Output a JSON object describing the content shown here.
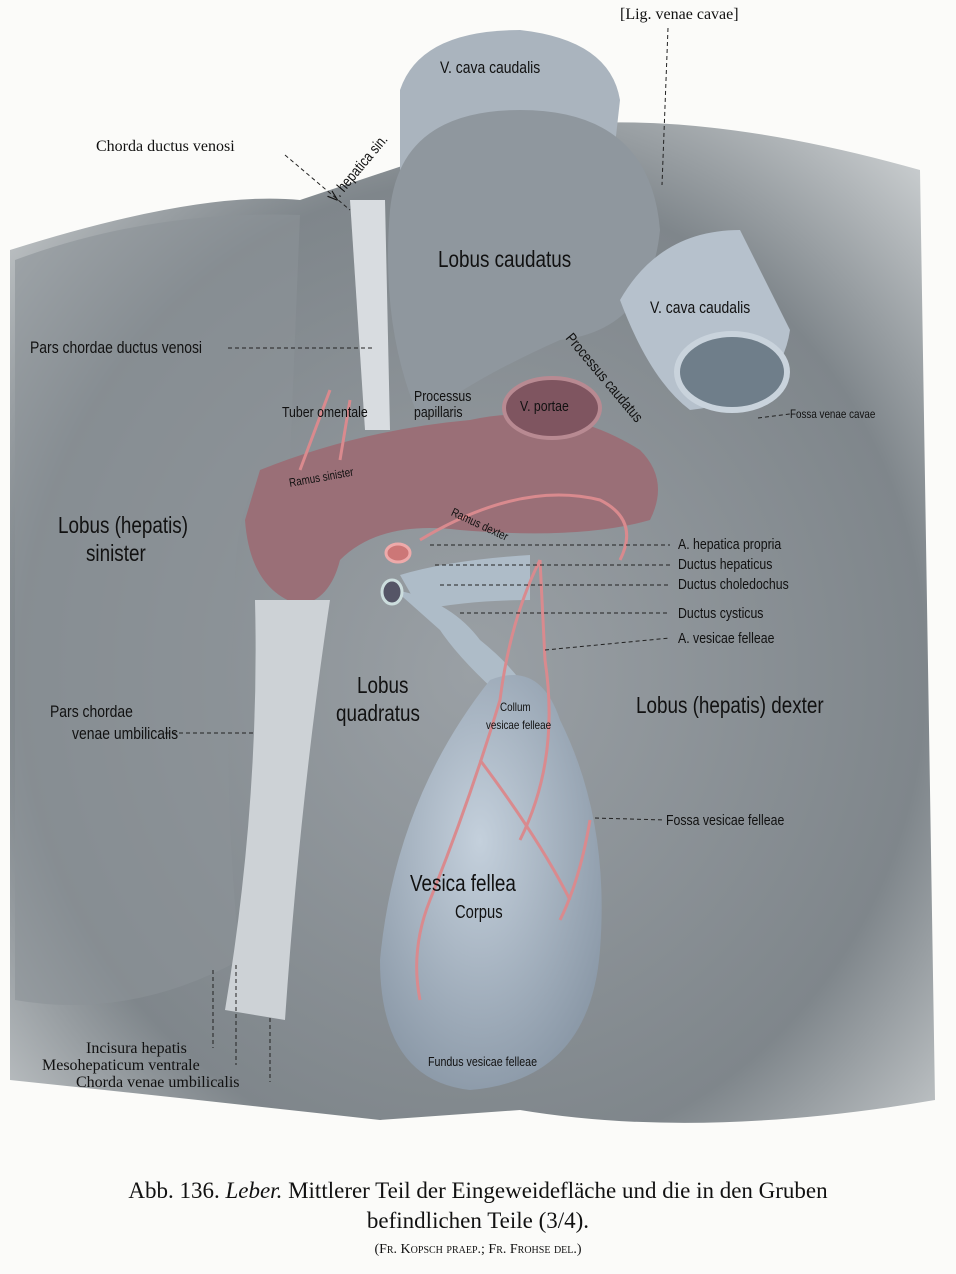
{
  "labels": {
    "lig_venae_cavae": "[Lig. venae cavae]",
    "v_cava_caudalis_top": "V. cava caudalis",
    "chorda_ductus_venosi": "Chorda ductus venosi",
    "v_hepatica_sin": "V. hepatica sin.",
    "lobus_caudatus": "Lobus caudatus",
    "v_cava_caudalis_right": "V. cava caudalis",
    "pars_chordae_ductus_venosi": "Pars chordae ductus venosi",
    "processus_caudatus": "Processus caudatus",
    "processus_papillaris_1": "Processus",
    "processus_papillaris_2": "papillaris",
    "v_portae": "V. portae",
    "tuber_omentale": "Tuber omentale",
    "fossa_venae_cavae": "Fossa venae cavae",
    "ramus_sinister": "Ramus sinister",
    "ramus_dexter": "Ramus dexter",
    "lobus_sinister_1": "Lobus (hepatis)",
    "lobus_sinister_2": "sinister",
    "a_hepatica_propria": "A. hepatica propria",
    "ductus_hepaticus": "Ductus hepaticus",
    "ductus_choledochus": "Ductus choledochus",
    "ductus_cysticus": "Ductus cysticus",
    "a_vesicae_felleae": "A. vesicae felleae",
    "lobus_quadratus_1": "Lobus",
    "lobus_quadratus_2": "quadratus",
    "collum_1": "Collum",
    "collum_2": "vesicae felleae",
    "lobus_dexter": "Lobus (hepatis) dexter",
    "pars_chordae_venae_umb_1": "Pars chordae",
    "pars_chordae_venae_umb_2": "venae umbilicalis",
    "fossa_vesicae_felleae": "Fossa vesicae felleae",
    "vesica_fellea": "Vesica fellea",
    "corpus": "Corpus",
    "fundus": "Fundus vesicae felleae",
    "incisura_hepatis": "Incisura hepatis",
    "mesohepaticum_ventrale": "Mesohepaticum ventrale",
    "chorda_venae_umbilicalis": "Chorda venae umbilicalis"
  },
  "caption": {
    "line1_prefix": "Abb. 136.",
    "line1_italic": "Leber.",
    "line1_rest": "Mittlerer Teil der Eingeweidefläche und die in den Gruben",
    "line2": "befindlichen Teile (3/4).",
    "credit": "(Fr. Kopsch praep.; Fr. Frohse del.)"
  },
  "colors": {
    "liver": "#8e9499",
    "vessel": "#b9c6d2",
    "portal": "#9c6f78",
    "artery": "#d98a8e",
    "gall": "#a9b6c4"
  }
}
